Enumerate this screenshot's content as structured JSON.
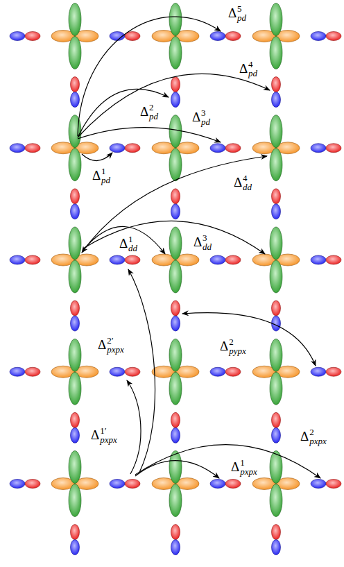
{
  "diagram": {
    "labels": [
      "Δ",
      "5",
      "pd",
      "Δ",
      "4",
      "pd",
      "Δ",
      "2",
      "pd",
      "Δ",
      "1",
      "pd",
      "Δ",
      "3",
      "pd",
      "Δ",
      "4",
      "dd",
      "Δ",
      "1",
      "dd",
      "Δ",
      "3",
      "dd",
      "Δ",
      "2",
      "pypx",
      "Δ",
      "2′",
      "pxpx",
      "Δ",
      "1′",
      "pxpx",
      "Δ",
      "2",
      "pxpx",
      "Δ",
      "1",
      "pxpx"
    ]
  }
}
